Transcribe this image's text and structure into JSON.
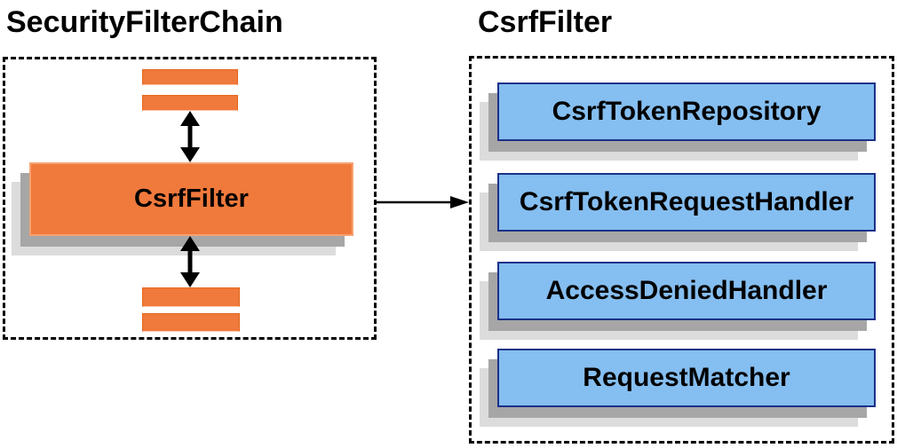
{
  "left_panel": {
    "title": "SecurityFilterChain",
    "filter_box_label": "CsrfFilter"
  },
  "right_panel": {
    "title": "CsrfFilter",
    "components": [
      "CsrfTokenRepository",
      "CsrfTokenRequestHandler",
      "AccessDeniedHandler",
      "RequestMatcher"
    ]
  },
  "colors": {
    "orange": "#F0793C",
    "orange_border": "#F5A271",
    "bar_border": "#E6671F",
    "blue": "#85BEF0",
    "blue_border": "#1C3188",
    "shadow_dark": "#A6A6A6",
    "shadow_light": "#DCDCDC",
    "line": "#000000",
    "bg": "#FFFFFF",
    "text": "#000000"
  }
}
